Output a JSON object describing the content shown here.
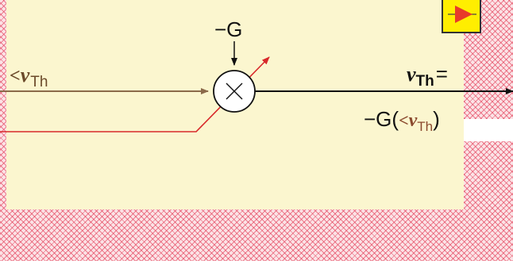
{
  "gain_label": "−G",
  "input_label": {
    "prefix": "<",
    "var": "v",
    "sub": "Th"
  },
  "output_label": {
    "var": "v",
    "sub": "Th",
    "eq": "="
  },
  "expression": {
    "open": "−G(",
    "prefix": "<",
    "var": "v",
    "sub": "Th",
    "close": ")"
  },
  "colors": {
    "hatch": "#e1284a",
    "panel": "#fbf6cf",
    "brown_signal": "#8b6a4a",
    "red_signal": "#d8282a",
    "output_signal": "#111111",
    "play_button": "#ffee00"
  },
  "icons": {
    "multiplier": "circle-x-icon",
    "play": "play-triangle-icon"
  }
}
